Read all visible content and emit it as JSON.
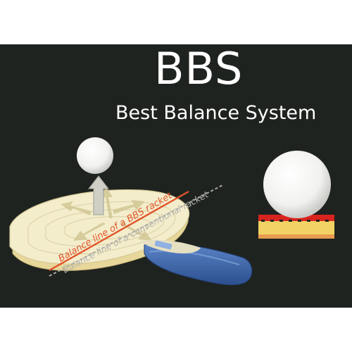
{
  "title": "BBS",
  "subtitle": "Best Balance System",
  "labels": {
    "bbs_line": "Balance line of a BBS racket",
    "conventional_line": "Balance line of a conventional racket"
  },
  "colors": {
    "background": "#1f2320",
    "title_text": "#ffffff",
    "bbs_line": "#e2542a",
    "conventional_line": "#a9a8a2",
    "blade": "#f2ecc8",
    "handle": "#3d64a8",
    "ball": "#ffffff",
    "rubber_sponge": "#f2d264",
    "rubber_top": "#d8231e"
  },
  "icons": {
    "ball_over_racket": "ping-pong-ball",
    "ball_on_rubber": "ping-pong-ball",
    "arrows": "outward-arrows"
  }
}
